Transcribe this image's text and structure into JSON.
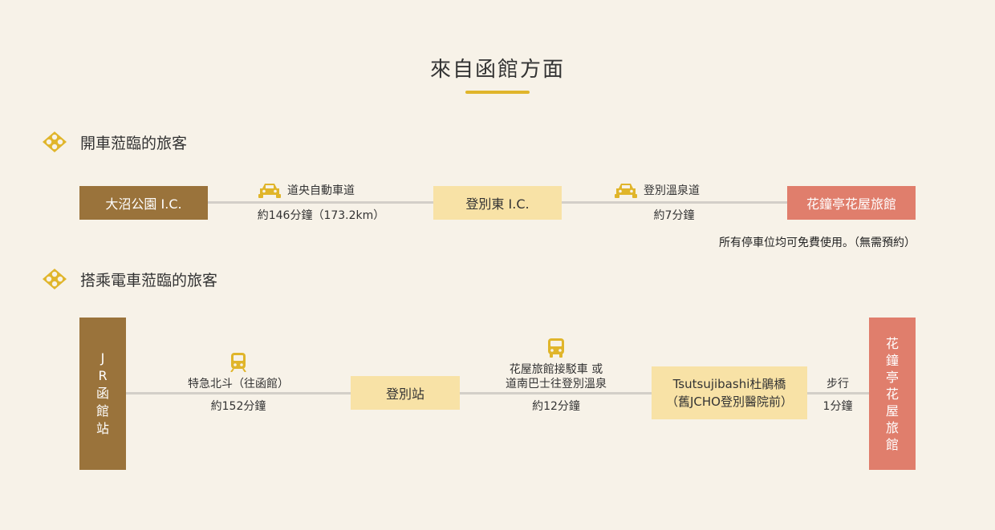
{
  "page_title": "來自函館方面",
  "colors": {
    "brown": "#9a733b",
    "yellow": "#f8e2a6",
    "red": "#e07e6c",
    "gold": "#e0b52a"
  },
  "car_section": {
    "heading": "開車蒞臨的旅客",
    "icon": "diamond-flower-icon",
    "stops": [
      "大沼公園 I.C.",
      "登別東 I.C.",
      "花鐘亭花屋旅館"
    ],
    "legs": [
      {
        "icon": "car-icon",
        "route": "道央自動車道",
        "time": "約146分鐘（173.2km）"
      },
      {
        "icon": "car-icon",
        "route": "登別溫泉道",
        "time": "約7分鐘"
      }
    ],
    "parking_note": "所有停車位均可免費使用。（無需預約）"
  },
  "train_section": {
    "heading": "搭乘電車蒞臨的旅客",
    "icon": "diamond-flower-icon",
    "start_chars": [
      "J",
      "R",
      "函",
      "館",
      "站"
    ],
    "end_chars": [
      "花",
      "鐘",
      "亭",
      "花",
      "屋",
      "旅",
      "館"
    ],
    "stop_noboribetsu": "登別站",
    "stop_tsutsuji_line1": "Tsutsujibashi杜鵑橋",
    "stop_tsutsuji_line2": "（舊JCHO登別醫院前）",
    "legs": [
      {
        "icon": "train-icon",
        "route": "特急北斗（往函館）",
        "time": "約152分鐘"
      },
      {
        "icon": "bus-icon",
        "route_line1": "花屋旅館接駁車 或",
        "route_line2": "道南巴士往登別溫泉",
        "time": "約12分鐘"
      },
      {
        "route": "步行",
        "time": "1分鐘"
      }
    ]
  }
}
